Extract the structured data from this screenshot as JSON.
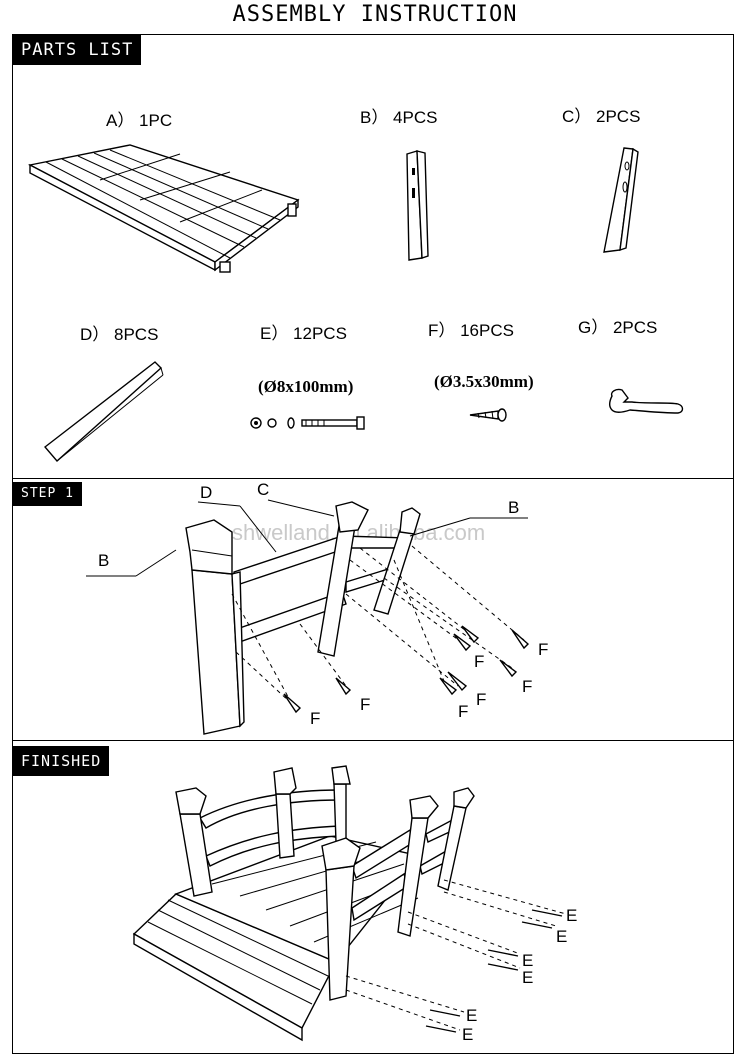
{
  "title": "ASSEMBLY INSTRUCTION",
  "sections": {
    "parts_list": "PARTS LIST",
    "step_1": "STEP 1",
    "finished": "FINISHED"
  },
  "parts": [
    {
      "label": "A） 1PC"
    },
    {
      "label": "B） 4PCS"
    },
    {
      "label": "C） 2PCS"
    },
    {
      "label": "D） 8PCS"
    },
    {
      "label": "E） 12PCS",
      "spec": "(Ø8x100mm)"
    },
    {
      "label": "F） 16PCS",
      "spec": "(Ø3.5x30mm)"
    },
    {
      "label": "G） 2PCS"
    }
  ],
  "step1_callouts": {
    "d": "D",
    "c": "C",
    "b_left": "B",
    "b_right": "B",
    "f": "F"
  },
  "finished_callouts": {
    "e": "E"
  },
  "watermark": "shwelland.en.alibaba.com"
}
